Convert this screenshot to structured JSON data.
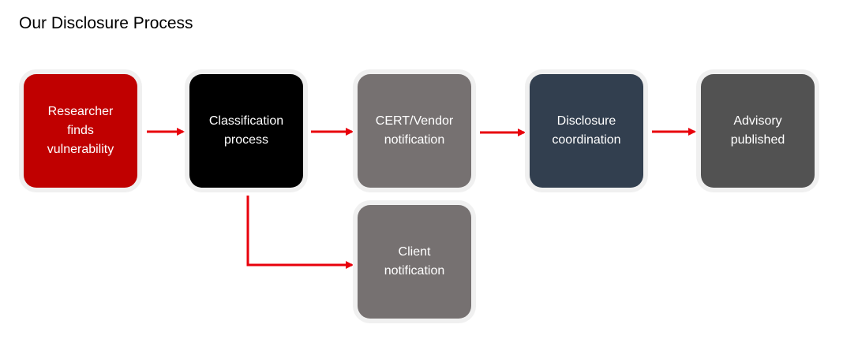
{
  "title": "Our Disclosure Process",
  "colors": {
    "arrow": "#e8000b",
    "researcher": "#c00000",
    "classification": "#000000",
    "cert": "#767171",
    "disclosure": "#323f4f",
    "advisory": "#525252",
    "client": "#767171",
    "frame": "#f0f0f0"
  },
  "nodes": {
    "researcher": {
      "label": "Researcher\nfinds\nvulnerability"
    },
    "classification": {
      "label": "Classification\nprocess"
    },
    "cert": {
      "label": "CERT/Vendor\nnotification"
    },
    "disclosure": {
      "label": "Disclosure\ncoordination"
    },
    "advisory": {
      "label": "Advisory\npublished"
    },
    "client": {
      "label": "Client\nnotification"
    }
  }
}
